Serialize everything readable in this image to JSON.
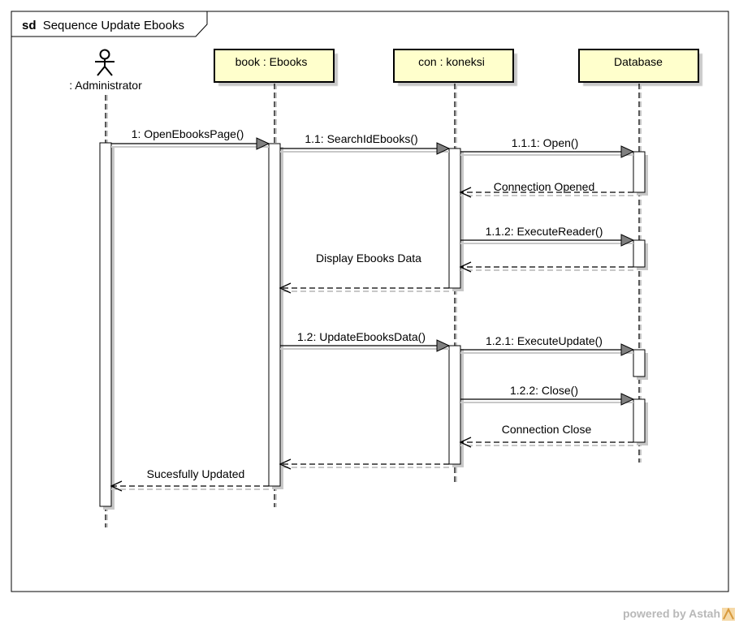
{
  "frame": {
    "keyword": "sd",
    "name": "Sequence Update Ebooks"
  },
  "actor": {
    "label": ": Administrator"
  },
  "lifelines": [
    {
      "label": "book : Ebooks"
    },
    {
      "label": "con : koneksi"
    },
    {
      "label": "Database"
    }
  ],
  "messages": [
    {
      "label": "1: OpenEbooksPage()",
      "kind": "call"
    },
    {
      "label": "1.1: SearchIdEbooks()",
      "kind": "call"
    },
    {
      "label": "1.1.1: Open()",
      "kind": "call"
    },
    {
      "label": "Connection Opened",
      "kind": "return"
    },
    {
      "label": "1.1.2: ExecuteReader()",
      "kind": "call"
    },
    {
      "label": "Display Ebooks Data",
      "kind": "return"
    },
    {
      "label": "1.2: UpdateEbooksData()",
      "kind": "call"
    },
    {
      "label": "1.2.1: ExecuteUpdate()",
      "kind": "call"
    },
    {
      "label": "1.2.2: Close()",
      "kind": "call"
    },
    {
      "label": "Connection Close",
      "kind": "return"
    },
    {
      "label": "Sucesfully Updated",
      "kind": "return"
    }
  ],
  "watermark": {
    "text": "powered by Astah"
  },
  "colors": {
    "lifeline_head_fill": "#ffffcc",
    "shadow": "#c8c8c8",
    "arrowhead_fill": "#808080",
    "line": "#000000"
  }
}
